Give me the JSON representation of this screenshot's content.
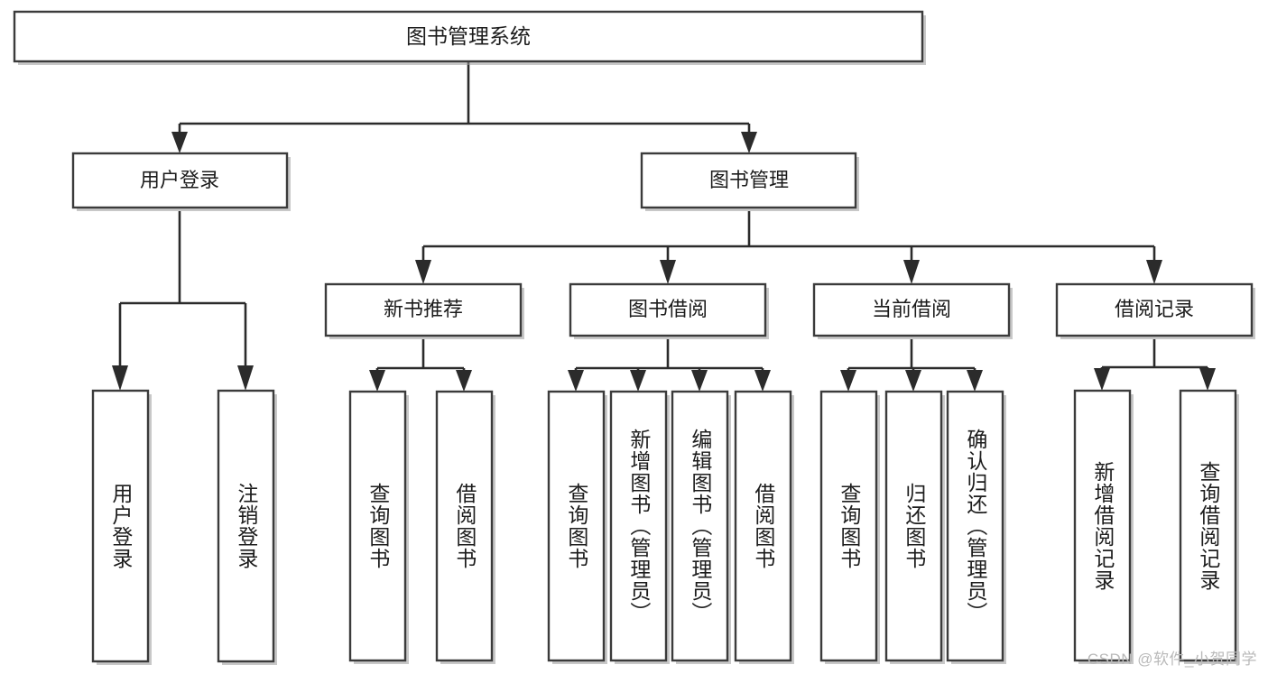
{
  "diagram": {
    "type": "tree",
    "title": "图书管理系统",
    "watermark": "CSDN @软件_小贺同学",
    "colors": {
      "box_stroke": "#3b3b3b",
      "connector": "#2b2b2b",
      "background": "#ffffff",
      "text": "#1c1c1c",
      "watermark": "#b9b9b9"
    },
    "levels": {
      "root": {
        "label": "图书管理系统"
      },
      "level2": [
        {
          "label": "用户登录"
        },
        {
          "label": "图书管理"
        }
      ],
      "level3": [
        {
          "label": "新书推荐"
        },
        {
          "label": "图书借阅"
        },
        {
          "label": "当前借阅"
        },
        {
          "label": "借阅记录"
        }
      ]
    },
    "leaves": {
      "user_login": [
        {
          "label": "用户登录"
        },
        {
          "label": "注销登录"
        }
      ],
      "new_book_recommend": [
        {
          "label": "查询图书"
        },
        {
          "label": "借阅图书"
        }
      ],
      "book_borrow": [
        {
          "label": "查询图书"
        },
        {
          "label": "新增图书（管理员）"
        },
        {
          "label": "编辑图书（管理员）"
        },
        {
          "label": "借阅图书"
        }
      ],
      "current_borrow": [
        {
          "label": "查询图书"
        },
        {
          "label": "归还图书"
        },
        {
          "label": "确认归还（管理员）"
        }
      ],
      "borrow_record": [
        {
          "label": "新增借阅记录"
        },
        {
          "label": "查询借阅记录"
        }
      ]
    }
  }
}
